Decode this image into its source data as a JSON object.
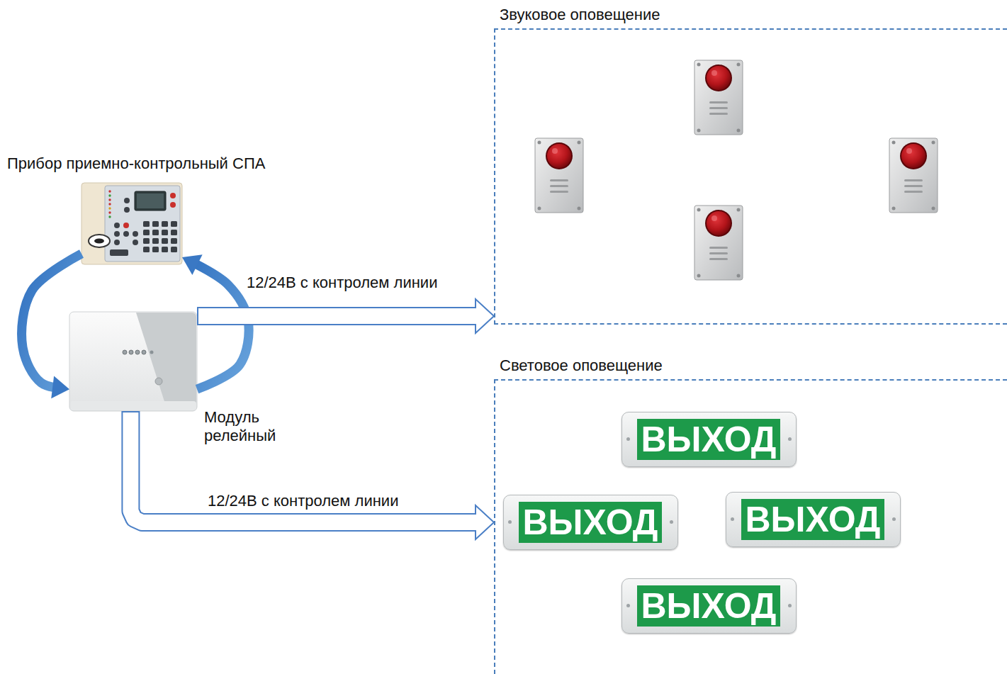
{
  "diagram": {
    "nodes": [
      {
        "text": [
          "Звуковое оповещение"
        ]
      },
      {
        "text": [
          "Прибор приемно-контрольный СПА"
        ]
      },
      {
        "text": [
          "Модуль релейный"
        ]
      },
      {
        "text": [
          "Световое оповещение"
        ]
      },
      {
        "text": [
          "ВЫХОД"
        ],
        "in": 3
      },
      {
        "text": [
          "ВЫХОД"
        ],
        "in": 3
      },
      {
        "text": [
          "ВЫХОД"
        ],
        "in": 3
      },
      {
        "text": [
          "ВЫХОД"
        ],
        "in": 3
      }
    ],
    "edges": [
      {
        "from": 1,
        "to": 2,
        "arrow": "to"
      },
      {
        "from": 2,
        "to": 1,
        "arrow": "to"
      },
      {
        "from": 2,
        "to": 0,
        "label": "12/24В с контролем линии",
        "arrow": "to"
      },
      {
        "from": 2,
        "to": 3,
        "label": "12/24В с контролем линии",
        "arrow": "to"
      }
    ]
  }
}
